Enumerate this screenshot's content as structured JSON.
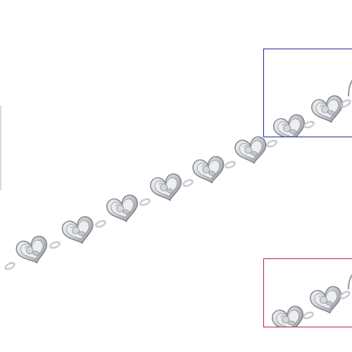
{
  "image": {
    "subject": "silver-heart-link-bracelet",
    "background_color": "#ffffff",
    "metal_color": "#c9cbcf",
    "highlight_color": "#f4f5f7",
    "shadow_color": "#8d9096"
  },
  "zoom_boxes": [
    {
      "name": "blue-inset",
      "border_color": "#1f2a8c"
    },
    {
      "name": "red-inset",
      "border_color": "#b0283a"
    }
  ]
}
